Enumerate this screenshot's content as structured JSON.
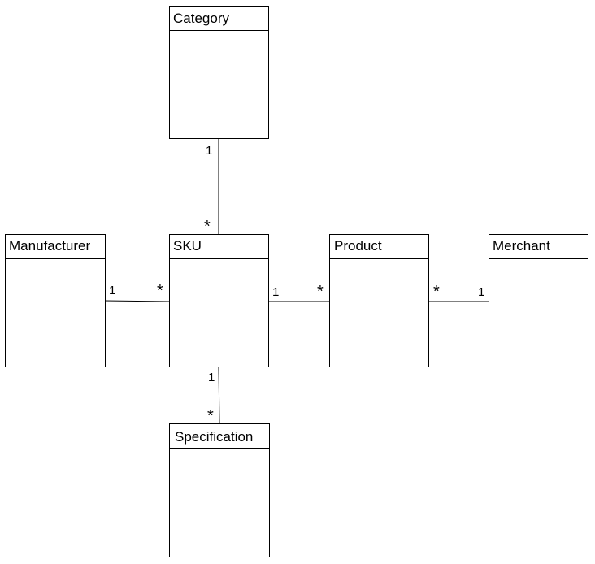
{
  "classes": {
    "category": {
      "name": "Category"
    },
    "manufacturer": {
      "name": "Manufacturer"
    },
    "sku": {
      "name": "SKU"
    },
    "product": {
      "name": "Product"
    },
    "merchant": {
      "name": "Merchant"
    },
    "specification": {
      "name": "Specification"
    }
  },
  "associations": {
    "category_sku": {
      "from_mult": "1",
      "to_mult": "*"
    },
    "manufacturer_sku": {
      "from_mult": "1",
      "to_mult": "*"
    },
    "sku_product": {
      "from_mult": "1",
      "to_mult": "*"
    },
    "product_merchant": {
      "from_mult": "*",
      "to_mult": "1"
    },
    "sku_specification": {
      "from_mult": "1",
      "to_mult": "*"
    }
  }
}
